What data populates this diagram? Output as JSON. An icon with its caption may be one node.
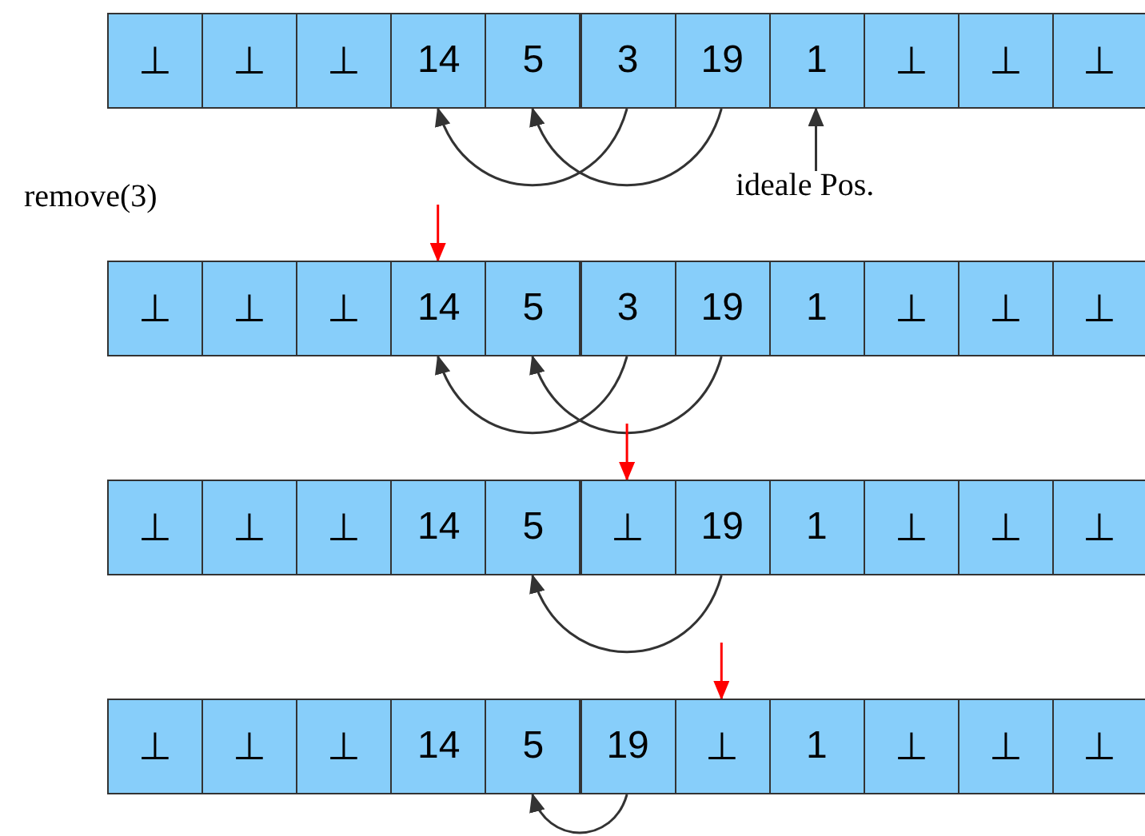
{
  "diagram": {
    "nodes": [
      {
        "text": [
          "⊥"
        ]
      },
      {
        "text": [
          "⊥"
        ]
      },
      {
        "text": [
          "⊥"
        ]
      },
      {
        "text": [
          "14"
        ]
      },
      {
        "text": [
          "5"
        ]
      },
      {
        "text": [
          "3"
        ]
      },
      {
        "text": [
          "19"
        ]
      },
      {
        "text": [
          "1"
        ]
      },
      {
        "text": [
          "⊥"
        ]
      },
      {
        "text": [
          "⊥"
        ]
      },
      {
        "text": [
          "⊥"
        ]
      },
      {
        "text": [
          "⊥"
        ]
      },
      {
        "text": [
          "⊥"
        ]
      },
      {
        "text": [
          "⊥"
        ]
      },
      {
        "text": [
          "14"
        ]
      },
      {
        "text": [
          "5"
        ]
      },
      {
        "text": [
          "3"
        ]
      },
      {
        "text": [
          "19"
        ]
      },
      {
        "text": [
          "1"
        ]
      },
      {
        "text": [
          "⊥"
        ]
      },
      {
        "text": [
          "⊥"
        ]
      },
      {
        "text": [
          "⊥"
        ]
      },
      {
        "text": [
          "⊥"
        ]
      },
      {
        "text": [
          "⊥"
        ]
      },
      {
        "text": [
          "⊥"
        ]
      },
      {
        "text": [
          "14"
        ]
      },
      {
        "text": [
          "5"
        ]
      },
      {
        "text": [
          "⊥"
        ]
      },
      {
        "text": [
          "19"
        ]
      },
      {
        "text": [
          "1"
        ]
      },
      {
        "text": [
          "⊥"
        ]
      },
      {
        "text": [
          "⊥"
        ]
      },
      {
        "text": [
          "⊥"
        ]
      },
      {
        "text": [
          "⊥"
        ]
      },
      {
        "text": [
          "⊥"
        ]
      },
      {
        "text": [
          "⊥"
        ]
      },
      {
        "text": [
          "14"
        ]
      },
      {
        "text": [
          "5"
        ]
      },
      {
        "text": [
          "19"
        ]
      },
      {
        "text": [
          "⊥"
        ]
      },
      {
        "text": [
          "1"
        ]
      },
      {
        "text": [
          "⊥"
        ]
      },
      {
        "text": [
          "⊥"
        ]
      },
      {
        "text": [
          "⊥"
        ]
      },
      {
        "text": [
          "ideale Pos."
        ]
      }
    ],
    "edges": [
      {
        "from": 5,
        "to": 3,
        "arrow": "to"
      },
      {
        "from": 6,
        "to": 4,
        "arrow": "to"
      },
      {
        "from": 44,
        "to": 7,
        "arrow": "to"
      },
      {
        "from": null,
        "to": 14,
        "arrow": "to",
        "color": "#ff0000"
      },
      {
        "from": 16,
        "to": 14,
        "arrow": "to"
      },
      {
        "from": 17,
        "to": 15,
        "arrow": "to"
      },
      {
        "from": null,
        "to": 27,
        "arrow": "to",
        "color": "#ff0000"
      },
      {
        "from": 28,
        "to": 26,
        "arrow": "to"
      },
      {
        "from": null,
        "to": 39,
        "arrow": "to",
        "color": "#ff0000"
      },
      {
        "from": 38,
        "to": 37,
        "arrow": "to"
      }
    ],
    "labels": [
      "remove(3)"
    ]
  }
}
